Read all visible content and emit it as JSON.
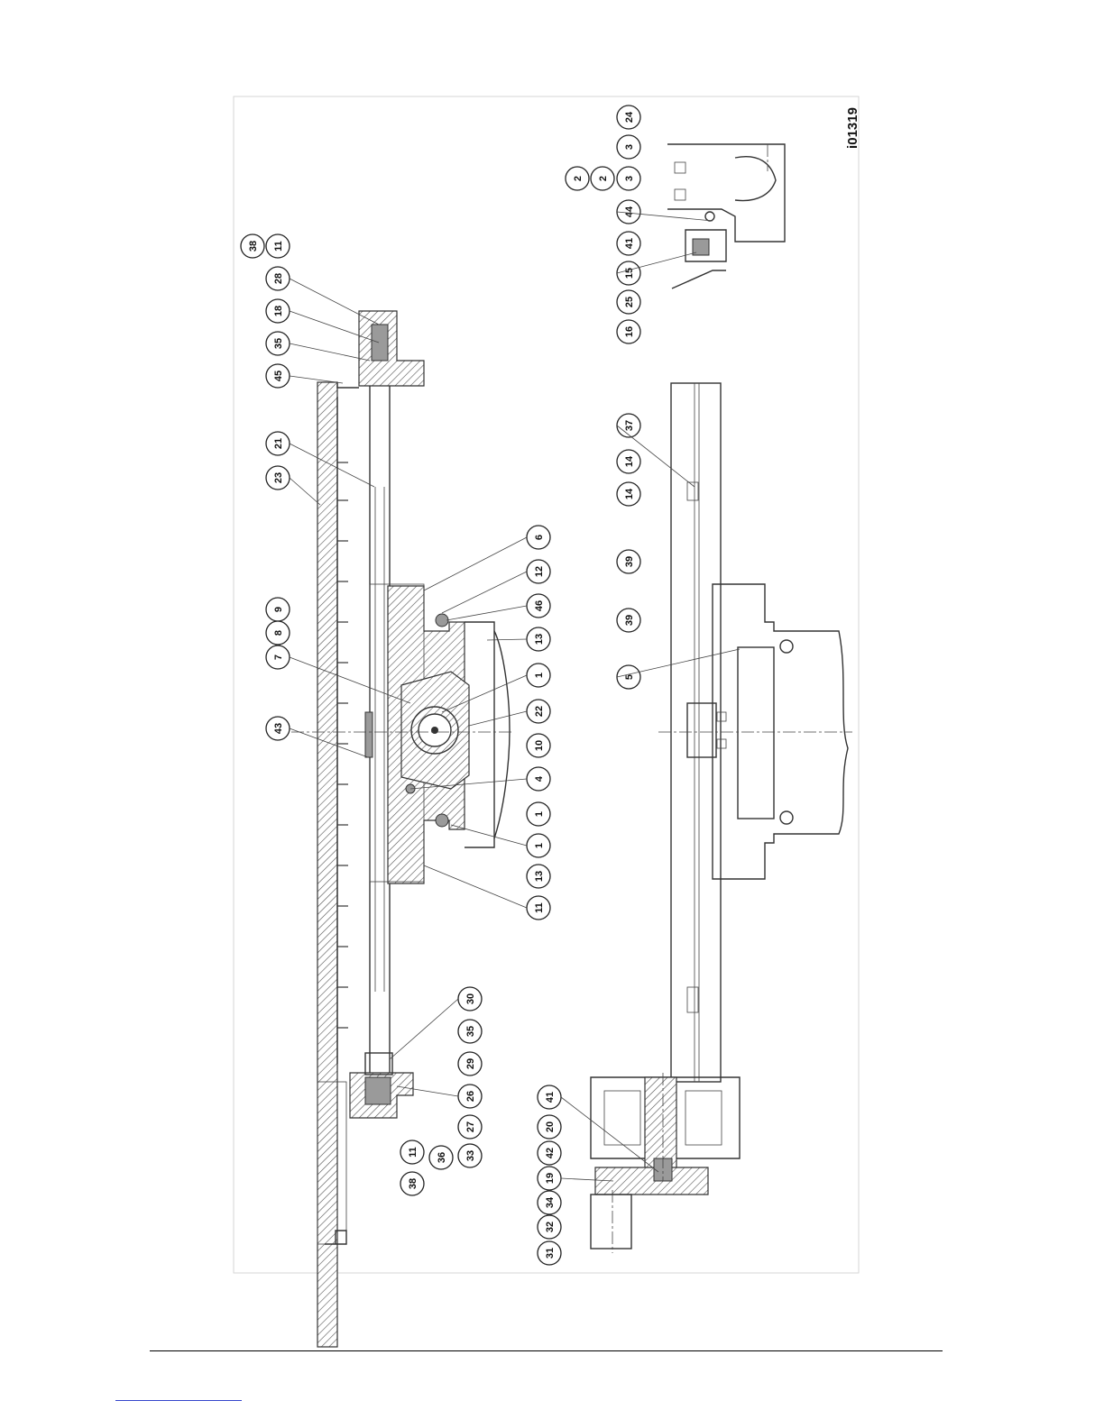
{
  "drawing": {
    "code": "i01319",
    "main_section_balloons": [
      "38",
      "11",
      "28",
      "18",
      "35",
      "45",
      "21",
      "23",
      "9",
      "8",
      "7",
      "43",
      "6",
      "12",
      "46",
      "13",
      "1",
      "22",
      "10",
      "4",
      "1",
      "1",
      "13",
      "11",
      "30",
      "35",
      "29",
      "26",
      "27",
      "33",
      "36",
      "11",
      "38"
    ],
    "top_detail_balloons": [
      "24",
      "3",
      "3",
      "2",
      "2",
      "44",
      "41",
      "15",
      "25",
      "16"
    ],
    "rail_view_balloons": [
      "37",
      "14",
      "14",
      "39",
      "39",
      "5"
    ],
    "drive_detail_balloons": [
      "41",
      "20",
      "42",
      "19",
      "34",
      "32",
      "31"
    ]
  }
}
